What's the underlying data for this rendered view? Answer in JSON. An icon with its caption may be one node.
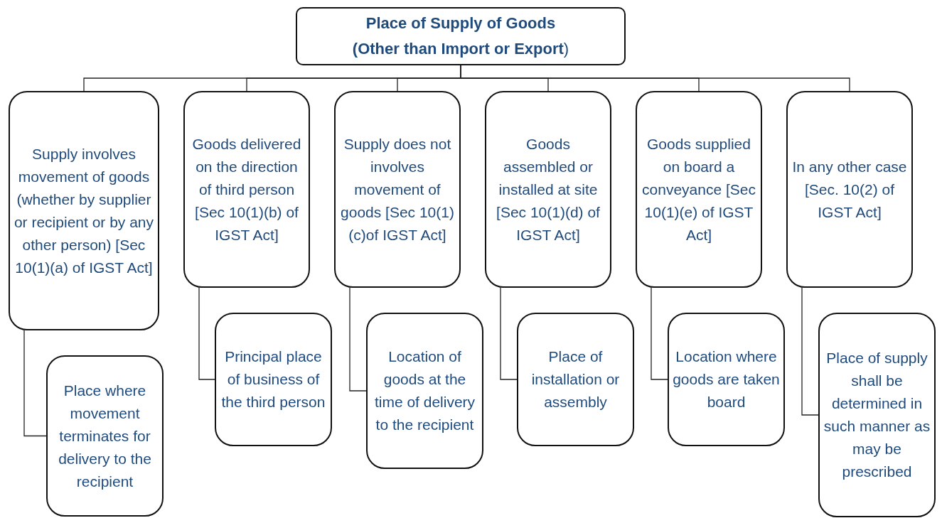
{
  "diagram": {
    "nodes": [
      {
        "text": [
          "Place of Supply of Goods",
          "**(Other than Import or Export**)"
        ]
      },
      {
        "text": [
          "Supply involves movement of goods (whether by supplier or recipient or by any other person) [Sec 10(1)(a) of IGST Act]"
        ]
      },
      {
        "text": [
          "Goods delivered on the direction of third person [Sec 10(1)(b) of IGST Act]"
        ]
      },
      {
        "text": [
          "Supply does not involves movement of goods [Sec 10(1)(c)of IGST Act]"
        ]
      },
      {
        "text": [
          "Goods assembled or installed at site [Sec 10(1)(d) of IGST Act]"
        ]
      },
      {
        "text": [
          "Goods supplied on board a conveyance [Sec 10(1)(e) of IGST Act]"
        ]
      },
      {
        "text": [
          "In any other case [Sec. 10(2) of IGST Act]"
        ]
      },
      {
        "text": [
          "Place where movement terminates for delivery to the recipient"
        ]
      },
      {
        "text": [
          "Principal place of business of the third person"
        ]
      },
      {
        "text": [
          "Location of goods at the time of delivery to the recipient"
        ]
      },
      {
        "text": [
          "Place of installation or assembly"
        ]
      },
      {
        "text": [
          "Location where goods are taken board"
        ]
      },
      {
        "text": [
          "Place of supply shall be determined in such manner as may be prescribed"
        ]
      }
    ],
    "edges": [
      {
        "from": 0,
        "to": 1,
        "arrow": "none"
      },
      {
        "from": 0,
        "to": 2,
        "arrow": "none"
      },
      {
        "from": 0,
        "to": 3,
        "arrow": "none"
      },
      {
        "from": 0,
        "to": 4,
        "arrow": "none"
      },
      {
        "from": 0,
        "to": 5,
        "arrow": "none"
      },
      {
        "from": 0,
        "to": 6,
        "arrow": "none"
      },
      {
        "from": 1,
        "to": 7,
        "arrow": "none"
      },
      {
        "from": 2,
        "to": 8,
        "arrow": "none"
      },
      {
        "from": 3,
        "to": 9,
        "arrow": "none"
      },
      {
        "from": 4,
        "to": 10,
        "arrow": "none"
      },
      {
        "from": 5,
        "to": 11,
        "arrow": "none"
      },
      {
        "from": 6,
        "to": 12,
        "arrow": "none"
      }
    ]
  }
}
